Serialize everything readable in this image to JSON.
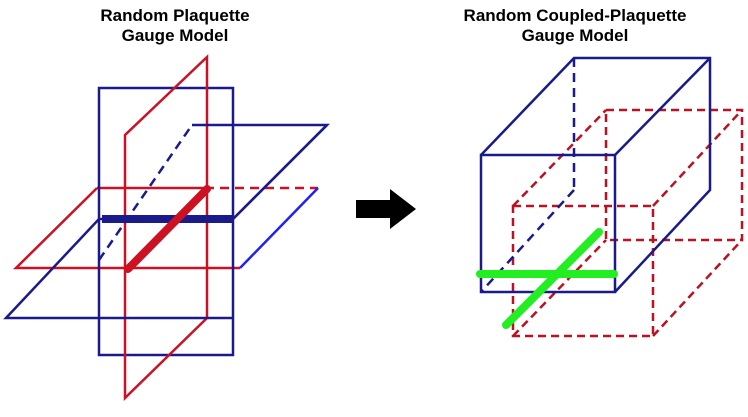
{
  "left_panel": {
    "title_line1": "Random Plaquette",
    "title_line2": "Gauge Model"
  },
  "right_panel": {
    "title_line1": "Random Coupled-Plaquette",
    "title_line2": "Gauge Model"
  },
  "arrow": {
    "direction": "right"
  },
  "colors": {
    "navy": "#1a1a8c",
    "blue": "#2020ff",
    "red": "#cc1122",
    "dark_red": "#bb1122",
    "green": "#22ee22",
    "black": "#000000"
  }
}
